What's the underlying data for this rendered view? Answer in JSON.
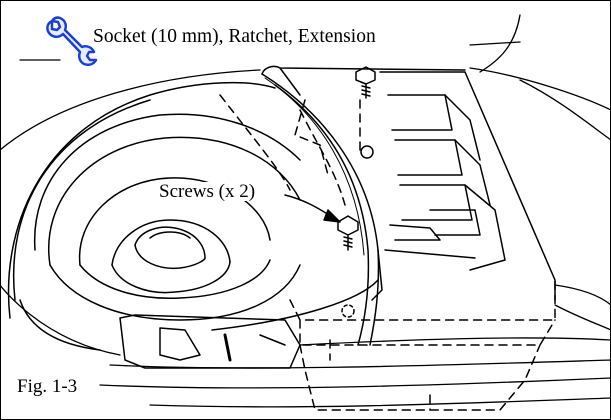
{
  "header": {
    "tool_icon": "wrench-icon",
    "tool_icon_color": "#1a3fd6",
    "tools_text": "Socket (10 mm), Ratchet, Extension"
  },
  "callouts": {
    "screws_text": "Screws (x 2)"
  },
  "figure": {
    "label": "Fig. 1-3"
  }
}
